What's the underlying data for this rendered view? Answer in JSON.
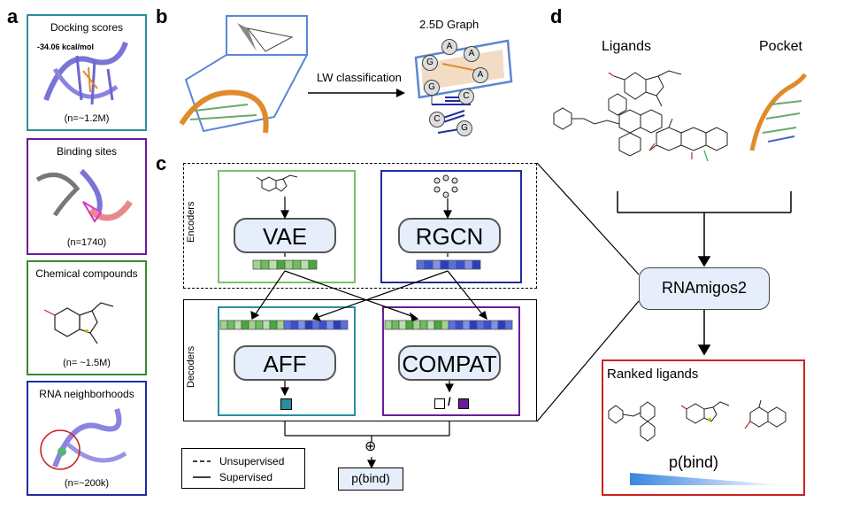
{
  "panels": {
    "a": "a",
    "b": "b",
    "c": "c",
    "d": "d"
  },
  "panel_a": {
    "cards": [
      {
        "title": "Docking scores",
        "annotation": "-34.06 kcal/mol",
        "count": "(n=~1.2M)",
        "color": "#2a8e9e"
      },
      {
        "title": "Binding sites",
        "count": "(n=1740)",
        "color": "#6a1b9a"
      },
      {
        "title": "Chemical compounds",
        "count": "(n= ~1.5M)",
        "color": "#3a8a2e"
      },
      {
        "title": "RNA neighborhoods",
        "count": "(n=~200k)",
        "color": "#1e2ea0"
      }
    ]
  },
  "panel_b": {
    "arrow_label": "LW classification",
    "graph_title": "2.5D Graph",
    "nodes": [
      "A",
      "A",
      "G",
      "A",
      "G",
      "C",
      "C",
      "G"
    ]
  },
  "panel_c": {
    "encoders_label": "Encoders",
    "decoders_label": "Decoders",
    "modules": {
      "vae": "VAE",
      "rgcn": "RGCN",
      "aff": "AFF",
      "compat": "COMPAT"
    },
    "slash": "/",
    "plus": "⊕",
    "output": "p(bind)",
    "legend": {
      "unsupervised": "Unsupervised",
      "supervised": "Supervised"
    },
    "colors": {
      "vae_border": "#7cc06e",
      "rgcn_border": "#1e2ea0",
      "aff_border": "#2a8e9e",
      "compat_border": "#6a1b9a",
      "aff_square": "#2a8e9e",
      "compat_square": "#6a1b9a"
    }
  },
  "panel_d": {
    "ligands_label": "Ligands",
    "pocket_label": "Pocket",
    "model": "RNAmigos2",
    "ranked_title": "Ranked ligands",
    "output": "p(bind)",
    "ranked_border": "#cc2222"
  }
}
